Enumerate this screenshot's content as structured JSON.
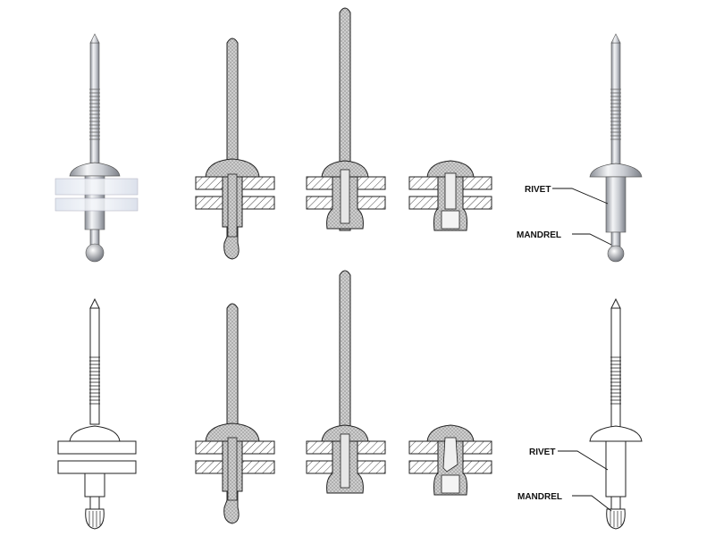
{
  "labels": {
    "top_rivet": "RIVET",
    "top_mandrel": "MANDREL",
    "bottom_rivet": "RIVET",
    "bottom_mandrel": "MANDREL"
  },
  "colors": {
    "hatch_fill": "#c8c8c8",
    "plate_fill": "#ffffff",
    "metal_light": "#f2f3f5",
    "metal_mid": "#c9ccd2",
    "metal_dark": "#8a8e96",
    "plate_glass": "#e6eaf3",
    "outline": "#222222"
  },
  "rows": [
    "shaded",
    "line-art"
  ],
  "stages": [
    "assembled-rivet",
    "inserted",
    "mandrel-pulled",
    "set-mandrel-broken",
    "labeled-rivet"
  ]
}
